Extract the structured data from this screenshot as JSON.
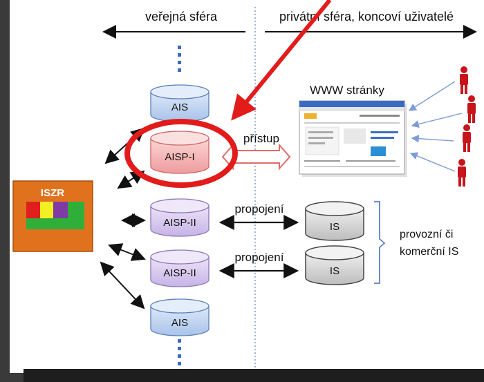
{
  "header": {
    "left_label": "veřejná sféra",
    "right_label": "privátní sféra, koncoví uživatelé"
  },
  "nodes": {
    "ais_top": "AIS",
    "aisp_i": "AISP-I",
    "aisp_ii_a": "AISP-II",
    "aisp_ii_b": "AISP-II",
    "ais_bottom": "AIS",
    "iszr": "ISZR",
    "is_a": "IS",
    "is_b": "IS"
  },
  "connections": {
    "access": "přístup",
    "link_a": "propojení",
    "link_b": "propojení"
  },
  "web": {
    "title": "WWW stránky"
  },
  "bracket_label": {
    "line1": "provozní či",
    "line2": "komerční IS"
  },
  "colors": {
    "ais_fill": "#bcd3f2",
    "aisp_i_fill": "#f2b6b6",
    "aisp_ii_fill": "#d7c8ee",
    "is_fill": "#d0d0d0",
    "iszr_fill": "#e0721e",
    "highlight_red": "#e21b1b",
    "divider_blue": "#5b7fc8"
  }
}
